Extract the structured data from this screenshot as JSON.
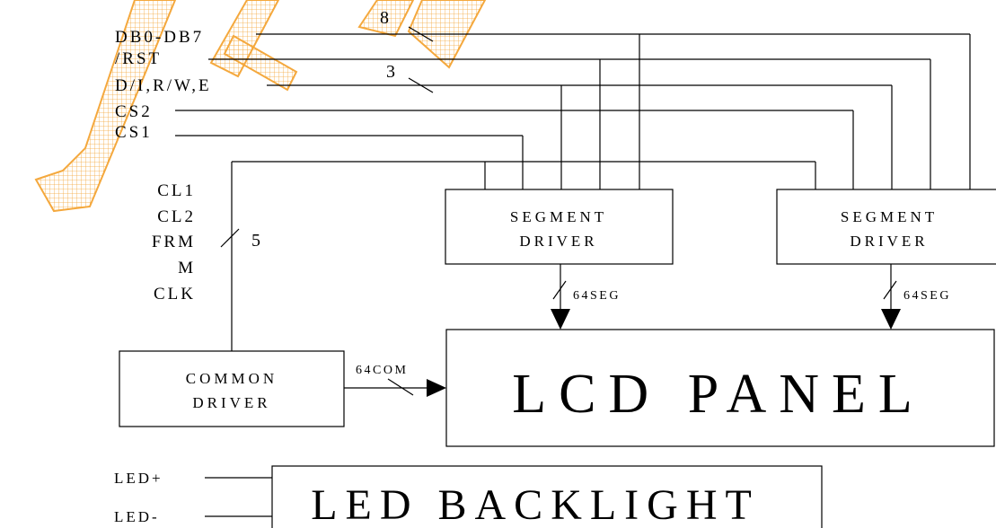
{
  "signals": {
    "db": "DB0-DB7",
    "rst": "/RST",
    "di_rw_e": "D/I,R/W,E",
    "cs2": "CS2",
    "cs1": "CS1",
    "cl1": "CL1",
    "cl2": "CL2",
    "frm": "FRM",
    "m": "M",
    "clk": "CLK",
    "led_plus": "LED+",
    "led_minus": "LED-"
  },
  "bus_widths": {
    "db": "8",
    "di_rw_e": "3",
    "common_in": "5",
    "seg1_out": "64SEG",
    "seg2_out": "64SEG",
    "common_out": "64COM"
  },
  "blocks": {
    "segment_driver_1": [
      "SEGMENT",
      "DRIVER"
    ],
    "segment_driver_2": [
      "SEGMENT",
      "DRIVER"
    ],
    "common_driver": [
      "COMMON",
      "DRIVER"
    ],
    "lcd_panel": "LCD PANEL",
    "led_backlight": "LED BACKLIGHT"
  },
  "colors": {
    "lines": "#000000",
    "watermark": "#f39a1c"
  }
}
